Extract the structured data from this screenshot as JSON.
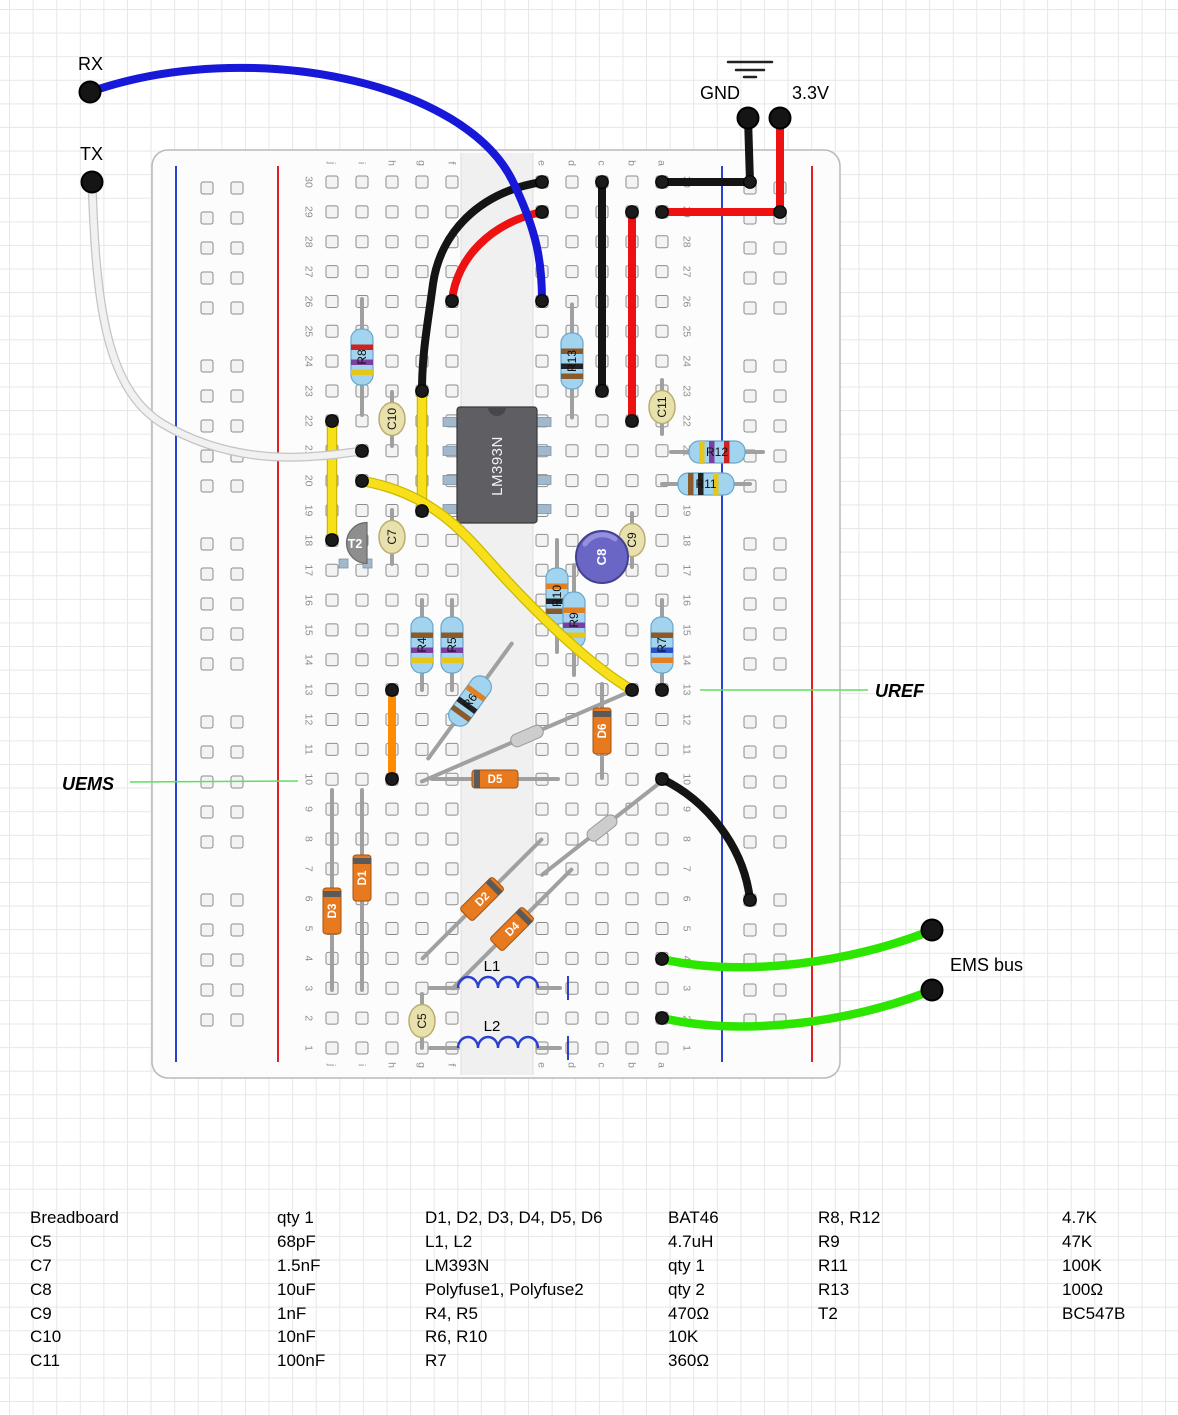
{
  "labels": {
    "rx": "RX",
    "tx": "TX",
    "gnd": "GND",
    "v33": "3.3V",
    "uref": "UREF",
    "uems": "UEMS",
    "ems_bus": "EMS bus"
  },
  "breadboard": {
    "row_count": 30,
    "column_letters_left": [
      "j",
      "i",
      "h",
      "g",
      "f"
    ],
    "column_letters_right": [
      "e",
      "d",
      "c",
      "b",
      "a"
    ]
  },
  "components": {
    "ic1": {
      "label": "LM393N"
    },
    "t2": {
      "label": "T2"
    },
    "r4": {
      "label": "R4"
    },
    "r5": {
      "label": "R5"
    },
    "r6": {
      "label": "R6"
    },
    "r7": {
      "label": "R7"
    },
    "r8": {
      "label": "R8"
    },
    "r9": {
      "label": "R9"
    },
    "r10": {
      "label": "R10"
    },
    "r11": {
      "label": "R11"
    },
    "r12": {
      "label": "R12"
    },
    "r13": {
      "label": "R13"
    },
    "c5": {
      "label": "C5"
    },
    "c7": {
      "label": "C7"
    },
    "c8": {
      "label": "C8"
    },
    "c9": {
      "label": "C9"
    },
    "c10": {
      "label": "C10"
    },
    "c11": {
      "label": "C11"
    },
    "d1": {
      "label": "D1"
    },
    "d2": {
      "label": "D2"
    },
    "d3": {
      "label": "D3"
    },
    "d4": {
      "label": "D4"
    },
    "d5": {
      "label": "D5"
    },
    "d6": {
      "label": "D6"
    },
    "l1": {
      "label": "L1"
    },
    "l2": {
      "label": "L2"
    }
  },
  "wire_colors": {
    "rx": "#1718d8",
    "tx": "#f1f1f1",
    "ground": "#141414",
    "power": "#ee1111",
    "signal_yellow": "#f7e01a",
    "ems_green": "#2ce600",
    "jumper_orange": "#ff8c00"
  },
  "palette": {
    "board_fill": "#fcfcfc",
    "rail_red": "#e02020",
    "rail_blue": "#2743cf",
    "resistor_body": "#a3d4ef",
    "capacitor_ceramic": "#e9e1ad",
    "capacitor_electrolytic": "#6a66c6",
    "diode_body": "#e7791f",
    "ic_body": "#5f5f63",
    "lead_gray": "#a0a0a0",
    "callout_green": "#5ee05e"
  },
  "parts_list": [
    {
      "name": "Breadboard",
      "value": "qty 1"
    },
    {
      "name": "C5",
      "value": "68pF"
    },
    {
      "name": "C7",
      "value": "1.5nF"
    },
    {
      "name": "C8",
      "value": "10uF"
    },
    {
      "name": "C9",
      "value": "1nF"
    },
    {
      "name": "C10",
      "value": "10nF"
    },
    {
      "name": "C11",
      "value": "100nF"
    },
    {
      "name": "D1, D2, D3, D4, D5, D6",
      "value": "BAT46"
    },
    {
      "name": "L1, L2",
      "value": "4.7uH"
    },
    {
      "name": "LM393N",
      "value": "qty 1"
    },
    {
      "name": "Polyfuse1, Polyfuse2",
      "value": "qty 2"
    },
    {
      "name": "R4, R5",
      "value": "470Ω"
    },
    {
      "name": "R6, R10",
      "value": "10K"
    },
    {
      "name": "R7",
      "value": "360Ω"
    },
    {
      "name": "R8, R12",
      "value": "4.7K"
    },
    {
      "name": "R9",
      "value": "47K"
    },
    {
      "name": "R11",
      "value": "100K"
    },
    {
      "name": "R13",
      "value": "100Ω"
    },
    {
      "name": "T2",
      "value": "BC547B"
    }
  ]
}
